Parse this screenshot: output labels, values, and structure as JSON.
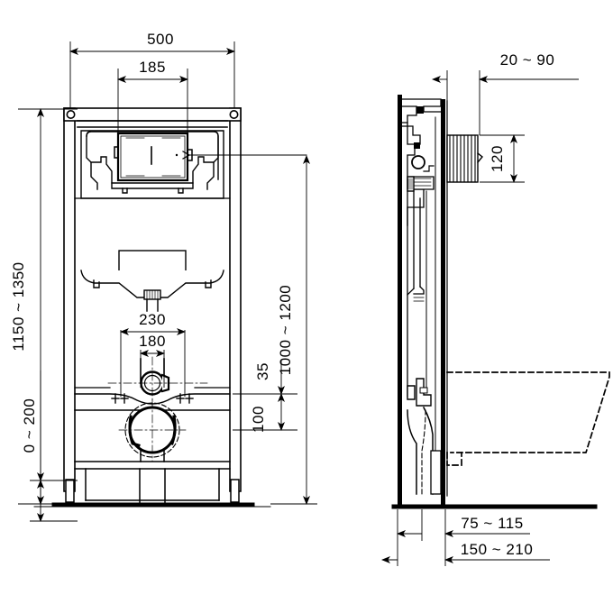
{
  "drawing": {
    "title": "Wall-hung WC installation frame — technical dimension drawing",
    "units": "mm",
    "line_color": "#000000",
    "background": "#ffffff"
  },
  "front_view": {
    "name": "front-elevation",
    "dimensions": {
      "overall_width": "500",
      "flush_plate_width": "185",
      "bolt_spacing_outer": "230",
      "bolt_spacing_inner": "180",
      "overall_height_range": "1150 ~ 1350",
      "foot_adjust_range": "0 ~ 200",
      "seat_height_range": "1000 ~ 1200",
      "offset_35": "35",
      "offset_100": "100"
    }
  },
  "side_view": {
    "name": "side-section",
    "dimensions": {
      "plate_projection_range": "20 ~ 90",
      "access_opening_height": "120",
      "waste_outlet_range": "75 ~ 115",
      "bowl_projection_range": "150 ~ 210"
    }
  },
  "labels": [
    {
      "id": "w500",
      "text": "500",
      "view": "front",
      "orient": "horizontal"
    },
    {
      "id": "w185",
      "text": "185",
      "view": "front",
      "orient": "horizontal"
    },
    {
      "id": "w230",
      "text": "230",
      "view": "front",
      "orient": "horizontal"
    },
    {
      "id": "w180",
      "text": "180",
      "view": "front",
      "orient": "horizontal"
    },
    {
      "id": "h1150",
      "text": "1150 ~ 1350",
      "view": "front",
      "orient": "vertical"
    },
    {
      "id": "h0200",
      "text": "0 ~ 200",
      "view": "front",
      "orient": "vertical"
    },
    {
      "id": "h1000",
      "text": "1000 ~ 1200",
      "view": "front",
      "orient": "vertical"
    },
    {
      "id": "h35",
      "text": "35",
      "view": "front",
      "orient": "vertical"
    },
    {
      "id": "h100",
      "text": "100",
      "view": "front",
      "orient": "vertical"
    },
    {
      "id": "d2090",
      "text": "20 ~ 90",
      "view": "side",
      "orient": "horizontal"
    },
    {
      "id": "d120",
      "text": "120",
      "view": "side",
      "orient": "vertical"
    },
    {
      "id": "d75",
      "text": "75 ~ 115",
      "view": "side",
      "orient": "horizontal"
    },
    {
      "id": "d150",
      "text": "150 ~ 210",
      "view": "side",
      "orient": "horizontal"
    }
  ]
}
